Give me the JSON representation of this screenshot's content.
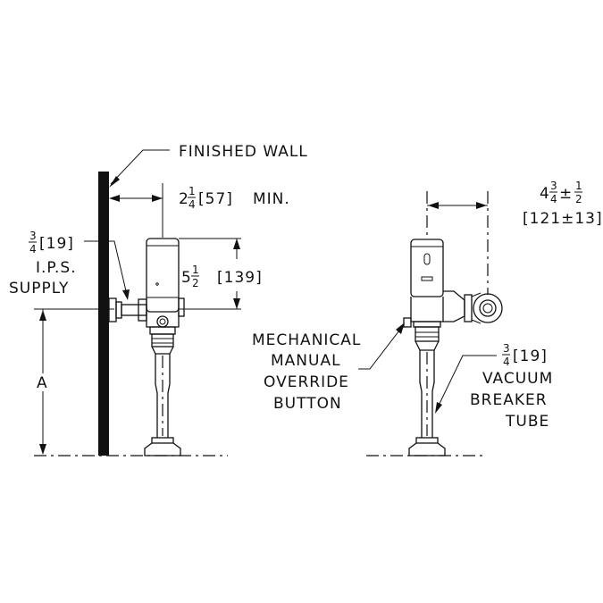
{
  "labels": {
    "finished_wall": "FINISHED WALL",
    "clearance_whole": "2",
    "clearance_frac_num": "1",
    "clearance_frac_den": "4",
    "clearance_metric": "[57]",
    "clearance_suffix": "MIN.",
    "supply_frac_num": "3",
    "supply_frac_den": "4",
    "supply_metric": "[19]",
    "supply_line2": "I.P.S.",
    "supply_line3": "SUPPLY",
    "height_whole": "5",
    "height_frac_num": "1",
    "height_frac_den": "2",
    "height_metric": "[139]",
    "dim_a": "A",
    "depth_whole": "4",
    "depth_frac_num": "3",
    "depth_frac_den": "4",
    "depth_pm": "±",
    "depth_tol_num": "1",
    "depth_tol_den": "2",
    "depth_metric": "[121±13]",
    "override_line1": "MECHANICAL",
    "override_line2": "MANUAL",
    "override_line3": "OVERRIDE",
    "override_line4": "BUTTON",
    "tube_frac_num": "3",
    "tube_frac_den": "4",
    "tube_metric": "[19]",
    "tube_line2": "VACUUM",
    "tube_line3": "BREAKER",
    "tube_line4": "TUBE"
  }
}
